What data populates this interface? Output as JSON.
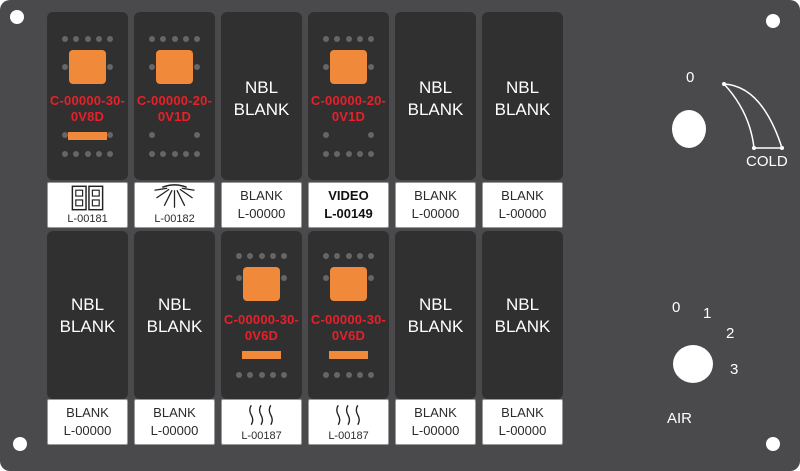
{
  "colors": {
    "panel": "#4a4a4d",
    "switch": "#303030",
    "lamp": "#f08a3a",
    "code_text": "#e8202a",
    "label_bg": "#ffffff"
  },
  "switches": [
    {
      "code": [
        "C-00000-30-",
        "0V8D"
      ],
      "label": {
        "icon": "horn-icon",
        "id": "L-00181"
      }
    },
    {
      "code": [
        "C-00000-20-",
        "0V1D"
      ],
      "label": {
        "icon": "sun-light-icon",
        "id": "L-00182"
      }
    },
    {
      "text": [
        "NBL",
        "BLANK"
      ],
      "label": {
        "line1": "BLANK",
        "line2": "L-00000"
      }
    },
    {
      "code": [
        "C-00000-20-",
        "0V1D"
      ],
      "label": {
        "line1": "VIDEO",
        "line2": "L-00149"
      }
    },
    {
      "text": [
        "NBL",
        "BLANK"
      ],
      "label": {
        "line1": "BLANK",
        "line2": "L-00000"
      }
    },
    {
      "text": [
        "NBL",
        "BLANK"
      ],
      "label": {
        "line1": "BLANK",
        "line2": "L-00000"
      }
    },
    {
      "text": [
        "NBL",
        "BLANK"
      ],
      "label": {
        "line1": "BLANK",
        "line2": "L-00000"
      }
    },
    {
      "text": [
        "NBL",
        "BLANK"
      ],
      "label": {
        "line1": "BLANK",
        "line2": "L-00000"
      }
    },
    {
      "code": [
        "C-00000-30-",
        "0V6D"
      ],
      "label": {
        "icon": "heat-waves-icon",
        "id": "L-00187"
      }
    },
    {
      "code": [
        "C-00000-30-",
        "0V6D"
      ],
      "label": {
        "icon": "heat-waves-icon",
        "id": "L-00187"
      }
    },
    {
      "text": [
        "NBL",
        "BLANK"
      ],
      "label": {
        "line1": "BLANK",
        "line2": "L-00000"
      }
    },
    {
      "text": [
        "NBL",
        "BLANK"
      ],
      "label": {
        "line1": "BLANK",
        "line2": "L-00000"
      }
    }
  ],
  "cold_dial": {
    "zero": "0",
    "label": "COLD"
  },
  "air_dial": {
    "positions": [
      "0",
      "1",
      "2",
      "3"
    ],
    "label": "AIR"
  }
}
